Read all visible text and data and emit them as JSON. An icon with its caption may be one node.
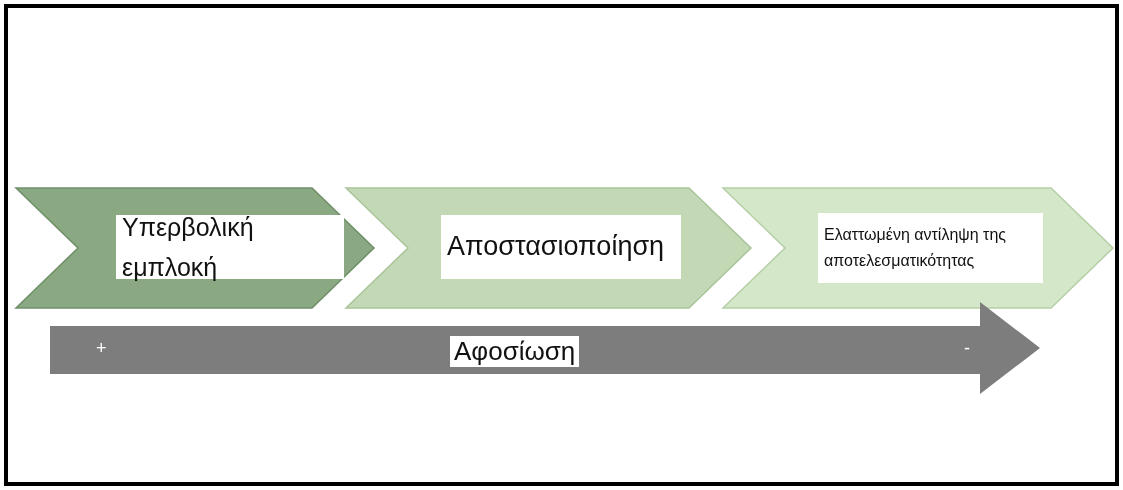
{
  "diagram": {
    "nodes": [
      {
        "text": [
          "Υπερβολική  εμπλοκή"
        ]
      },
      {
        "text": [
          "Αποστασιοποίηση"
        ]
      },
      {
        "text": [
          "Ελαττωμένη αντίληψη της αποτελεσματικότητας"
        ]
      },
      {
        "text": [
          "+",
          "Αφοσίωση",
          "-"
        ]
      }
    ],
    "edges": []
  }
}
